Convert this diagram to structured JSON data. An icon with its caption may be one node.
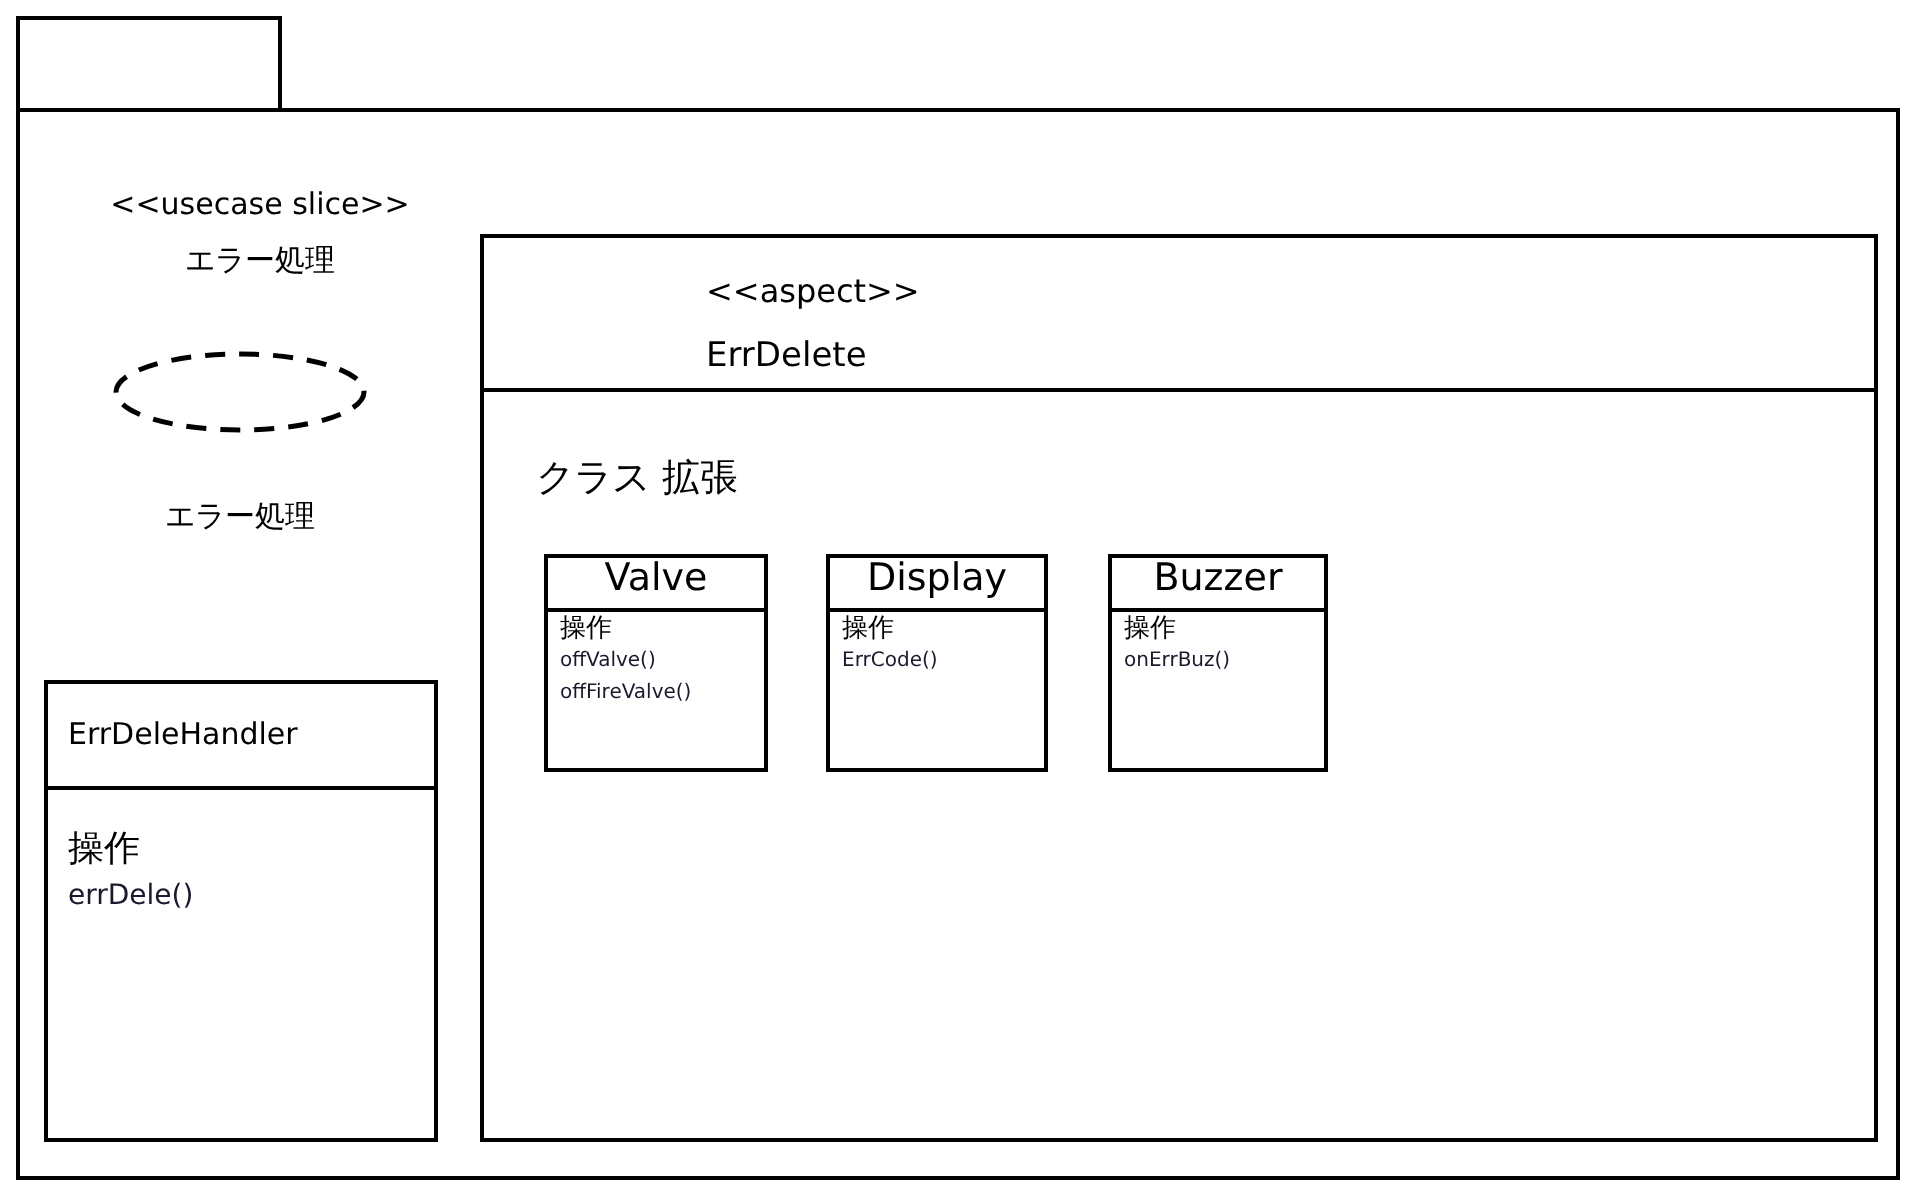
{
  "diagram": {
    "nodes": [
      {
        "text": [
          "<<usecase slice>>",
          "エラー処理"
        ]
      },
      {
        "text": [],
        "shape": "ellipse",
        "beside": [
          "エラー処理"
        ],
        "in": 0
      },
      {
        "text": [
          "ErrDeleHandler",
          "操作",
          "errDele()"
        ],
        "in": 0
      },
      {
        "text": [
          "<<aspect>>",
          "ErrDelete",
          "クラス 拡張"
        ],
        "in": 0
      },
      {
        "text": [
          "Valve",
          "操作",
          "offValve()",
          "offFireValve()"
        ],
        "in": 3
      },
      {
        "text": [
          "Display",
          "操作",
          "ErrCode()"
        ],
        "in": 3
      },
      {
        "text": [
          "Buzzer",
          "操作",
          "onErrBuz()"
        ],
        "in": 3
      }
    ]
  }
}
